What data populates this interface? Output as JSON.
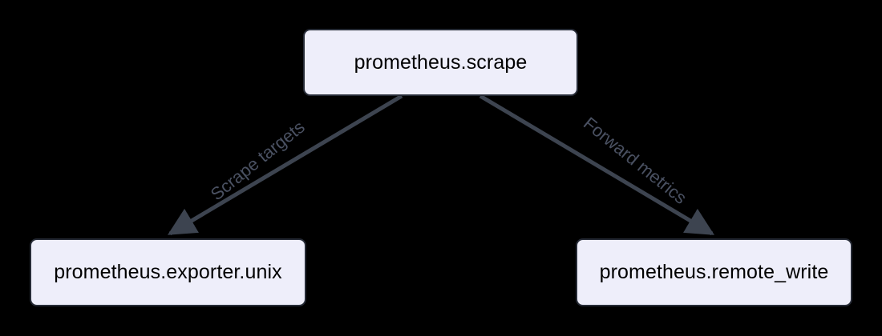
{
  "diagram": {
    "type": "flowchart",
    "direction": "top-down",
    "background_color": "#000000",
    "node_fill_color": "#eeeefa",
    "node_border_color": "#262b36",
    "node_text_color": "#000000",
    "edge_color": "#3d4450",
    "edge_label_color": "#4a5162",
    "nodes": [
      {
        "id": "scrape",
        "label": "prometheus.scrape"
      },
      {
        "id": "exporter",
        "label": "prometheus.exporter.unix"
      },
      {
        "id": "remote",
        "label": "prometheus.remote_write"
      }
    ],
    "edges": [
      {
        "id": "scrape-to-exporter",
        "from": "scrape",
        "to": "exporter",
        "label": "Scrape targets",
        "arrowhead": "end"
      },
      {
        "id": "scrape-to-remote",
        "from": "scrape",
        "to": "remote",
        "label": "Forward metrics",
        "arrowhead": "end"
      }
    ]
  }
}
